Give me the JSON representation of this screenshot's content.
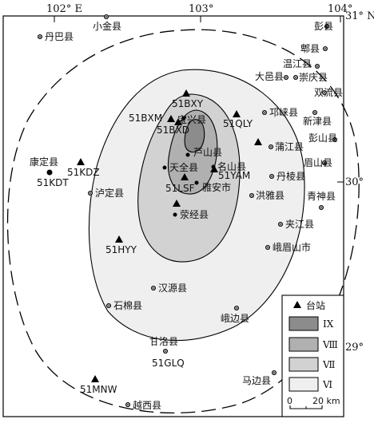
{
  "ticks": {
    "top": [
      "102° E",
      "103°",
      "104°"
    ],
    "right": [
      "31° N",
      "30°",
      "29°"
    ]
  },
  "intensity_colors": {
    "IX": "#8c8c8c",
    "VIII": "#b0b0b0",
    "VII": "#d2d2d2",
    "VI": "#efefef"
  },
  "counties": [
    {
      "name": "小金县"
    },
    {
      "name": "丹巴县"
    },
    {
      "name": "彭县"
    },
    {
      "name": "郫县"
    },
    {
      "name": "温江县"
    },
    {
      "name": "崇庆县"
    },
    {
      "name": "大邑县"
    },
    {
      "name": "双流县"
    },
    {
      "name": "邛崃县"
    },
    {
      "name": "新津县"
    },
    {
      "name": "宝兴县"
    },
    {
      "name": "彭山县"
    },
    {
      "name": "芦山县"
    },
    {
      "name": "蒲江县"
    },
    {
      "name": "眉山县"
    },
    {
      "name": "康定县"
    },
    {
      "name": "天全县"
    },
    {
      "name": "名山县"
    },
    {
      "name": "丹棱县"
    },
    {
      "name": "青神县"
    },
    {
      "name": "雅安市"
    },
    {
      "name": "洪雅县"
    },
    {
      "name": "泸定县"
    },
    {
      "name": "荥经县"
    },
    {
      "name": "夹江县"
    },
    {
      "name": "峨眉山市"
    },
    {
      "name": "汉源县"
    },
    {
      "name": "石棉县"
    },
    {
      "name": "峨边县"
    },
    {
      "name": "甘洛县"
    },
    {
      "name": "马边县"
    },
    {
      "name": "越西县"
    }
  ],
  "stations": [
    {
      "code": "51BXY"
    },
    {
      "code": "51BXM"
    },
    {
      "code": "51BXD"
    },
    {
      "code": "51QLY"
    },
    {
      "code": "51KDZ"
    },
    {
      "code": "51KDT"
    },
    {
      "code": "51YAM"
    },
    {
      "code": "51LSF"
    },
    {
      "code": "51HYY"
    },
    {
      "code": "51GLQ"
    },
    {
      "code": "51MNW"
    }
  ],
  "legend": {
    "station_label": "台站",
    "items": [
      {
        "label": "IX",
        "color": "#8c8c8c"
      },
      {
        "label": "Ⅷ",
        "color": "#b0b0b0"
      },
      {
        "label": "Ⅶ",
        "color": "#d2d2d2"
      },
      {
        "label": "Ⅵ",
        "color": "#efefef"
      }
    ],
    "scale_start": "0",
    "scale_end": "20 km"
  }
}
